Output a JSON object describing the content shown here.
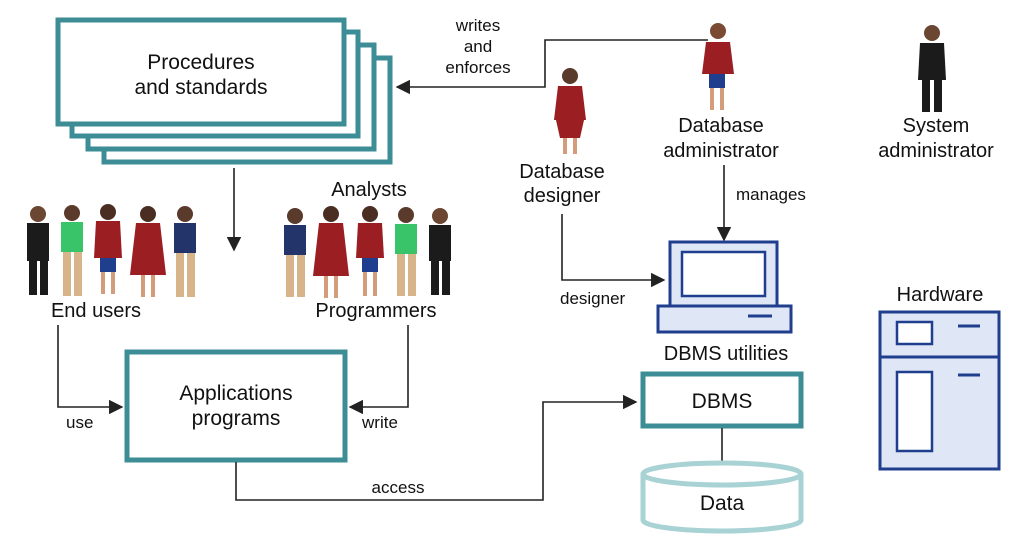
{
  "nodes": {
    "procedures": {
      "line1": "Procedures",
      "line2": "and standards"
    },
    "dba": {
      "line1": "Database",
      "line2": "administrator"
    },
    "sysadmin": {
      "line1": "System",
      "line2": "administrator"
    },
    "designer": {
      "line1": "Database",
      "line2": "designer"
    },
    "end_users": "End users",
    "analysts": "Analysts",
    "programmers": "Programmers",
    "apps": {
      "line1": "Applications",
      "line2": "programs"
    },
    "dbms_utilities": "DBMS utilities",
    "dbms": "DBMS",
    "data": "Data",
    "hardware": "Hardware"
  },
  "edges": {
    "writes_enforces": {
      "line1": "writes",
      "line2": "and",
      "line3": "enforces"
    },
    "manages": "manages",
    "designer": "designer",
    "use": "use",
    "write": "write",
    "access": "access"
  },
  "colors": {
    "teal": "#3c8d96",
    "teal_light": "#a9d2d5",
    "blue": "#1f3e8e",
    "blue_fill": "#dfe7f6",
    "red": "#9b1e22",
    "navy": "#23346b",
    "green": "#39c46a",
    "skin": "#d39c7a"
  }
}
